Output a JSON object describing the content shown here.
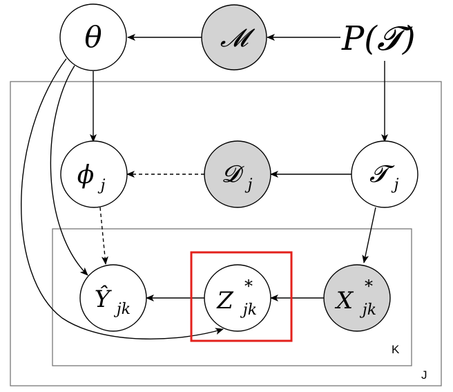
{
  "diagram": {
    "nodes": {
      "theta": {
        "label": "θ",
        "observed": false
      },
      "M": {
        "label": "𝓜",
        "observed": true
      },
      "PT": {
        "label_main": "P(",
        "label_sym": "𝓣",
        "label_close": ")"
      },
      "phi": {
        "label_main": "ϕ",
        "label_sub": "j",
        "observed": false
      },
      "D": {
        "label_main": "𝓓",
        "label_sub": "j",
        "observed": true
      },
      "T": {
        "label_main": "𝓣",
        "label_sub": "j",
        "observed": false
      },
      "Yhat": {
        "label_main": "Ŷ",
        "label_sub": "jk",
        "observed": false
      },
      "Z": {
        "label_main": "Z",
        "label_sup": "*",
        "label_sub": "jk",
        "observed": false,
        "highlighted": true
      },
      "X": {
        "label_main": "X",
        "label_sup": "*",
        "label_sub": "jk",
        "observed": true
      }
    },
    "plates": {
      "outer": {
        "label": "J"
      },
      "inner": {
        "label": "K"
      }
    },
    "edges": [
      {
        "from": "M",
        "to": "theta",
        "style": "solid"
      },
      {
        "from": "PT",
        "to": "M",
        "style": "solid"
      },
      {
        "from": "PT",
        "to": "T",
        "style": "solid"
      },
      {
        "from": "theta",
        "to": "phi",
        "style": "solid"
      },
      {
        "from": "theta",
        "to": "Yhat",
        "style": "solid"
      },
      {
        "from": "theta",
        "to": "Z",
        "style": "solid"
      },
      {
        "from": "D",
        "to": "phi",
        "style": "dashed"
      },
      {
        "from": "T",
        "to": "D",
        "style": "solid"
      },
      {
        "from": "T",
        "to": "X",
        "style": "solid"
      },
      {
        "from": "phi",
        "to": "Yhat",
        "style": "dashed"
      },
      {
        "from": "Z",
        "to": "Yhat",
        "style": "solid"
      },
      {
        "from": "X",
        "to": "Z",
        "style": "solid"
      }
    ],
    "colors": {
      "observed_fill": "#d3d3d3",
      "highlight": "#e3211c",
      "plate_stroke": "#777777"
    }
  }
}
